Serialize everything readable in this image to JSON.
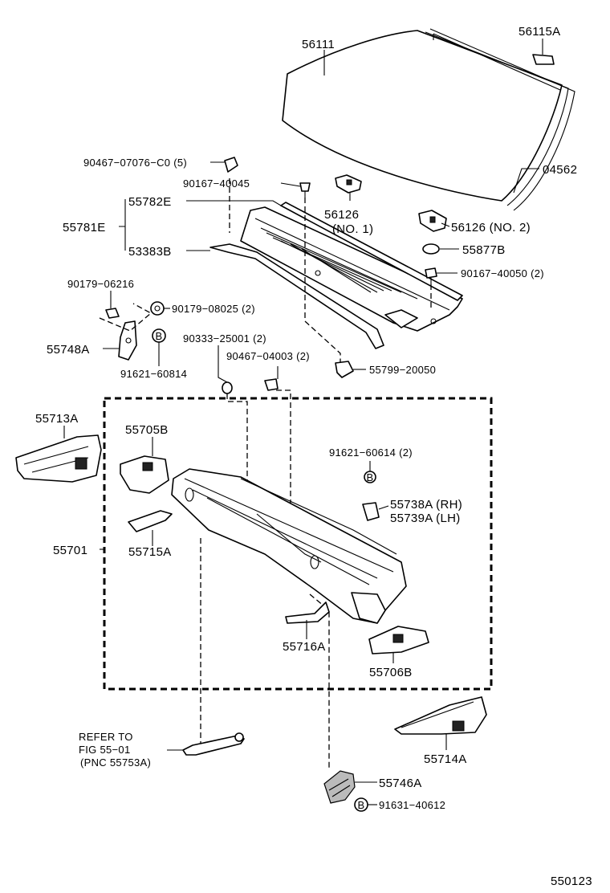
{
  "diagram_id": "550123",
  "labels": {
    "p56111": "56111",
    "p56115A": "56115A",
    "p04562": "04562",
    "p90467_07076": "90467−07076−C0 (5)",
    "p90167_40045": "90167−40045",
    "p55782E": "55782E",
    "p55781E": "55781E",
    "p53383B": "53383B",
    "p56126_no1": "56126",
    "p56126_no1_sub": "(NO. 1)",
    "p56126_no2": "56126  (NO. 2)",
    "p55877B": "55877B",
    "p90167_40050": "90167−40050 (2)",
    "p90179_06216": "90179−06216",
    "p90179_08025": "90179−08025 (2)",
    "p55748A": "55748A",
    "p91621_60814": "91621−60814",
    "p90333_25001": "90333−25001 (2)",
    "p90467_04003": "90467−04003 (2)",
    "p55799_20050": "55799−20050",
    "p55713A": "55713A",
    "p55705B": "55705B",
    "p91621_60614": "91621−60614 (2)",
    "p55738A": "55738A (RH)",
    "p55739A": "55739A (LH)",
    "p55701": "55701",
    "p55715A": "55715A",
    "p55716A": "55716A",
    "p55706B": "55706B",
    "p55714A": "55714A",
    "p55746A": "55746A",
    "p91631_40612": "91631−40612",
    "refer_line1": "REFER TO",
    "refer_line2": "FIG 55−01",
    "refer_line3": "(PNC 55753A)",
    "bolt_marker": "B"
  }
}
